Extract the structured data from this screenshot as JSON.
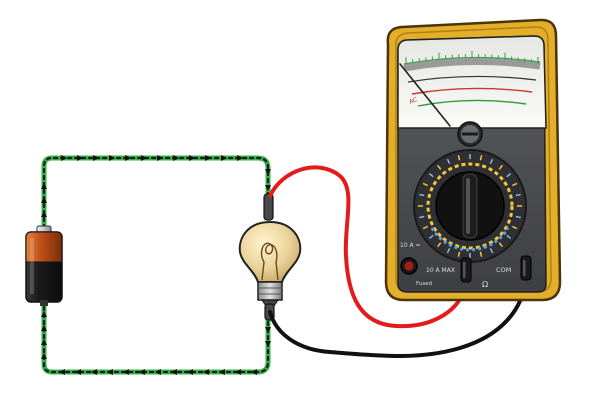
{
  "meter": {
    "labels": {
      "ac": "AC",
      "ten_a": "10 A =",
      "ten_a_max": "10 A MAX",
      "com": "COM",
      "fused": "Fused",
      "ohm": "Ω"
    },
    "colors": {
      "body": "#e3ae2a",
      "body_dark": "#b17f14",
      "panel": "#4e4f52",
      "dial": "#2f3033",
      "knob": "#111111",
      "face": "#f4f4ef",
      "needle": "#222222"
    }
  },
  "circuit": {
    "colors": {
      "wire": "#222222",
      "wire_outer": "#1c1c1c",
      "current_glow": "#35b24a",
      "red_lead": "#e21b1b",
      "black_lead": "#111111",
      "battery_copper": "#c1501a",
      "battery_black": "#1a1a1a",
      "bulb_glass": "#e9d29a",
      "bulb_base": "#b9b9b9"
    },
    "icons": [
      "battery-icon",
      "light-bulb-icon",
      "multimeter-icon"
    ]
  }
}
